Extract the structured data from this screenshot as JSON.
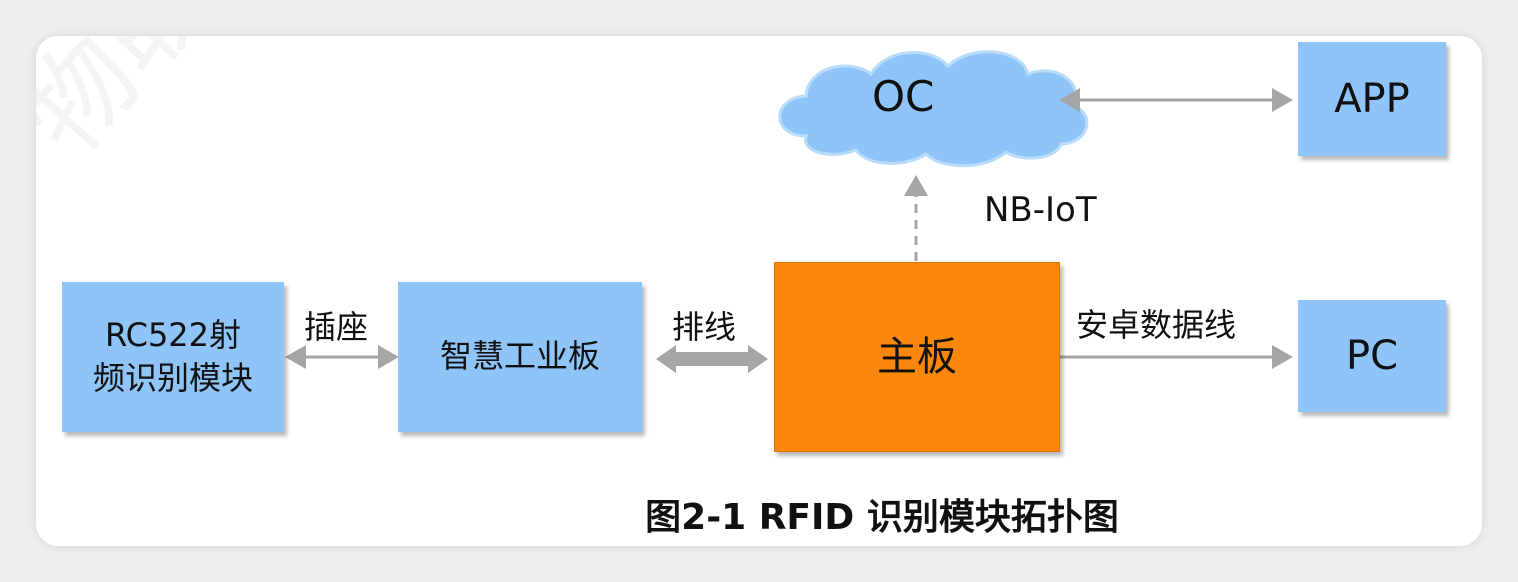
{
  "diagram": {
    "caption": "图2-1 RFID 识别模块拓扑图",
    "nodes": {
      "rc522": {
        "line1": "RC522射",
        "line2": "频识别模块"
      },
      "board": "智慧工业板",
      "main": "主板",
      "oc": "OC",
      "app": "APP",
      "pc": "PC"
    },
    "edges": {
      "socket": "插座",
      "cable": "排线",
      "nbiot": "NB-IoT",
      "android": "安卓数据线"
    },
    "watermark": "物联网技术有"
  },
  "colors": {
    "box_blue": "#8ec4f8",
    "box_orange": "#f8870b",
    "cloud": "#8ec4f8",
    "connector": "#a6a6a6"
  }
}
